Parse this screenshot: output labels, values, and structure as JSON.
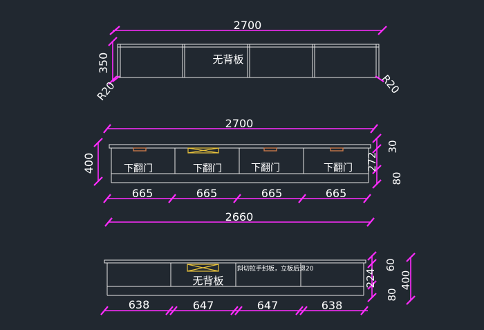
{
  "colors": {
    "background": "#212830",
    "outline": "#e6e6e6",
    "dimension": "#ff2cff",
    "dim_text": "#ffffff",
    "handle": "#c8784a",
    "cutout": "#e8c23c"
  },
  "top_view": {
    "width_label": "2700",
    "depth_label": "350",
    "note": "无背板",
    "radius_left": "R20",
    "radius_right": "R20"
  },
  "front_view": {
    "width_label": "2700",
    "height_label": "400",
    "right_labels": [
      "30",
      "272",
      "80"
    ],
    "doors": [
      "下翻门",
      "下翻门",
      "下翻门",
      "下翻门"
    ],
    "bay_widths": [
      "665",
      "665",
      "665",
      "665"
    ],
    "inner_width_label": "2660"
  },
  "back_view": {
    "note": "无背板",
    "annotation": "斜切拉手封板，立板后退20",
    "bay_widths": [
      "638",
      "647",
      "647",
      "638"
    ],
    "right_labels": [
      "60",
      "224",
      "80"
    ],
    "height_label": "400"
  }
}
